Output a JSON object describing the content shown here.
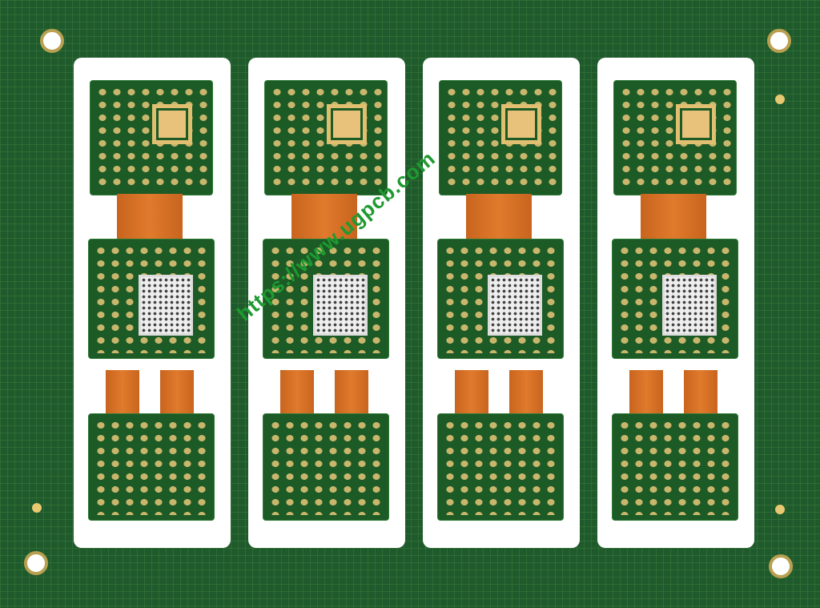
{
  "image": {
    "subject": "Rigid-flex PCB panel with 4 identical board arrays",
    "colors": {
      "solder_mask": "#1f5a2c",
      "pads": "#e6c67a",
      "flex": "#d4702a"
    },
    "columns": 4,
    "watermark": "https://www.ugpcb.com"
  }
}
